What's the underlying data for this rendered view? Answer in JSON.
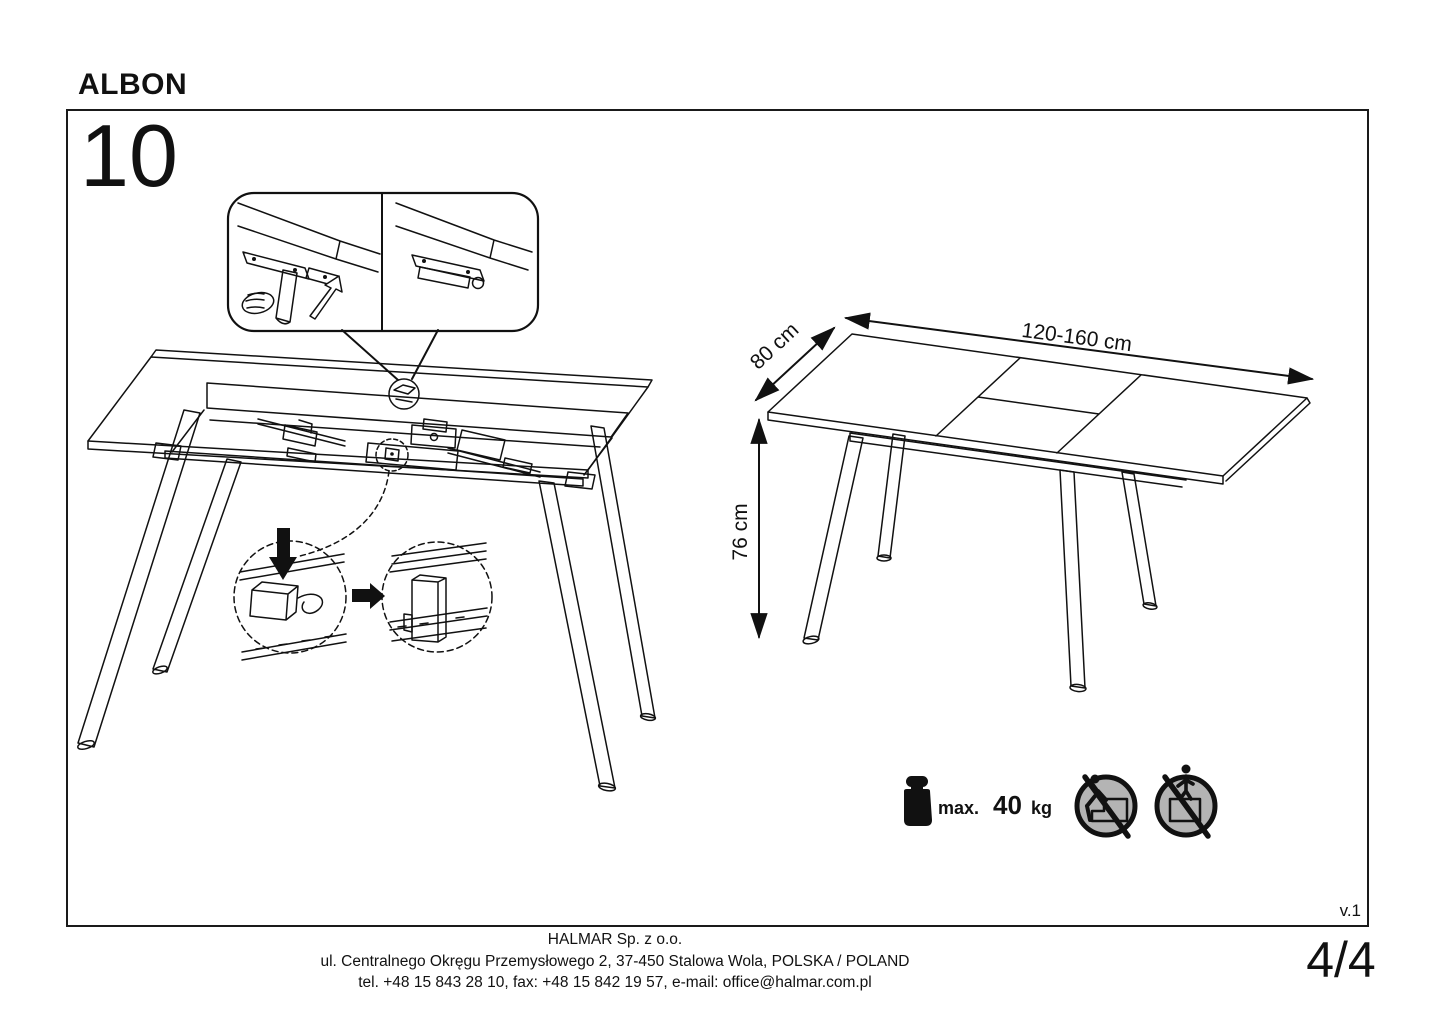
{
  "header": {
    "product_name": "ALBON"
  },
  "step": {
    "number": "10"
  },
  "dimensions": {
    "length": "120-160 cm",
    "depth": "80 cm",
    "height": "76 cm"
  },
  "weight_limit": {
    "prefix": "max.",
    "value": "40",
    "unit": "kg"
  },
  "safety_icons": {
    "no_leaning": "no-leaning-on-table-icon",
    "no_climbing": "no-climbing-on-table-icon"
  },
  "colors": {
    "line": "#111111",
    "icon_gray": "#b4b4b4"
  },
  "footer": {
    "company": "HALMAR Sp. z o.o.",
    "address": "ul. Centralnego Okręgu Przemysłowego 2, 37-450 Stalowa Wola, POLSKA / POLAND",
    "contact": "tel. +48 15 843 28 10, fax: +48 15 842 19 57, e-mail: office@halmar.com.pl",
    "version": "v.1",
    "page_indicator": "4/4"
  }
}
